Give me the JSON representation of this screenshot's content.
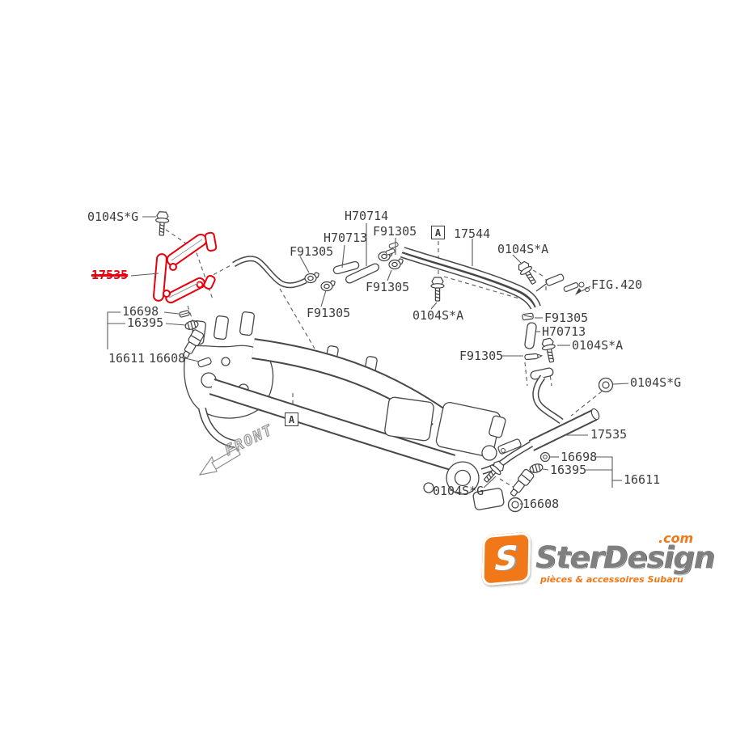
{
  "title": "Subaru intake manifold / fuel pipe parts diagram",
  "highlighted_part": {
    "number": "17535",
    "color": "#e8000e"
  },
  "callouts": {
    "view_box_letter": "A",
    "front_label": "FRONT"
  },
  "labels": [
    {
      "text": "0104S*G"
    },
    {
      "text": "17535"
    },
    {
      "text": "16698"
    },
    {
      "text": "16395"
    },
    {
      "text": "16611"
    },
    {
      "text": "16608"
    },
    {
      "text": "F91305"
    },
    {
      "text": "H70713"
    },
    {
      "text": "H70714"
    },
    {
      "text": "F91305"
    },
    {
      "text": "17544"
    },
    {
      "text": "0104S*A"
    },
    {
      "text": "F91305"
    },
    {
      "text": "F91305"
    },
    {
      "text": "0104S*A"
    },
    {
      "text": "FIG.420"
    },
    {
      "text": "F91305"
    },
    {
      "text": "H70713"
    },
    {
      "text": "0104S*A"
    },
    {
      "text": "F91305"
    },
    {
      "text": "0104S*G"
    },
    {
      "text": "17535"
    },
    {
      "text": "16698"
    },
    {
      "text": "16395"
    },
    {
      "text": "16611"
    },
    {
      "text": "16608"
    },
    {
      "text": "0104S*G"
    }
  ],
  "watermark": {
    "brand": "SterDesign",
    "tld": ".com",
    "tagline": "pièces & accessoires Subaru",
    "monogram": "S",
    "accent_color": "#f07818",
    "gray_color": "#7f7f7f"
  }
}
